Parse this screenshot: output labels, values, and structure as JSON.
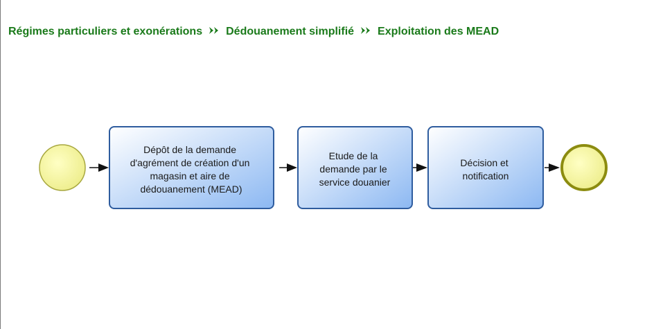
{
  "breadcrumb": {
    "items": [
      "Régimes particuliers et exonérations",
      "Dédouanement simplifié",
      "Exploitation des MEAD"
    ]
  },
  "diagram": {
    "tasks": [
      {
        "lines": [
          "Dépôt de la demande",
          "d'agrément de création d'un",
          "magasin et aire de",
          "dédouanement (MEAD)"
        ]
      },
      {
        "lines": [
          "Etude de la",
          "demande par le",
          "service douanier"
        ]
      },
      {
        "lines": [
          "Décision et",
          "notification"
        ]
      }
    ]
  },
  "colors": {
    "breadcrumb_text": "#1a7a1a",
    "event_fill": "#f2f29a",
    "start_event_stroke": "#a8a840",
    "end_event_stroke": "#8c8c10",
    "task_border": "#2e5c9e",
    "task_gradient_top": "#ffffff",
    "task_gradient_bottom": "#8cb8f2",
    "arrow": "#111111"
  }
}
